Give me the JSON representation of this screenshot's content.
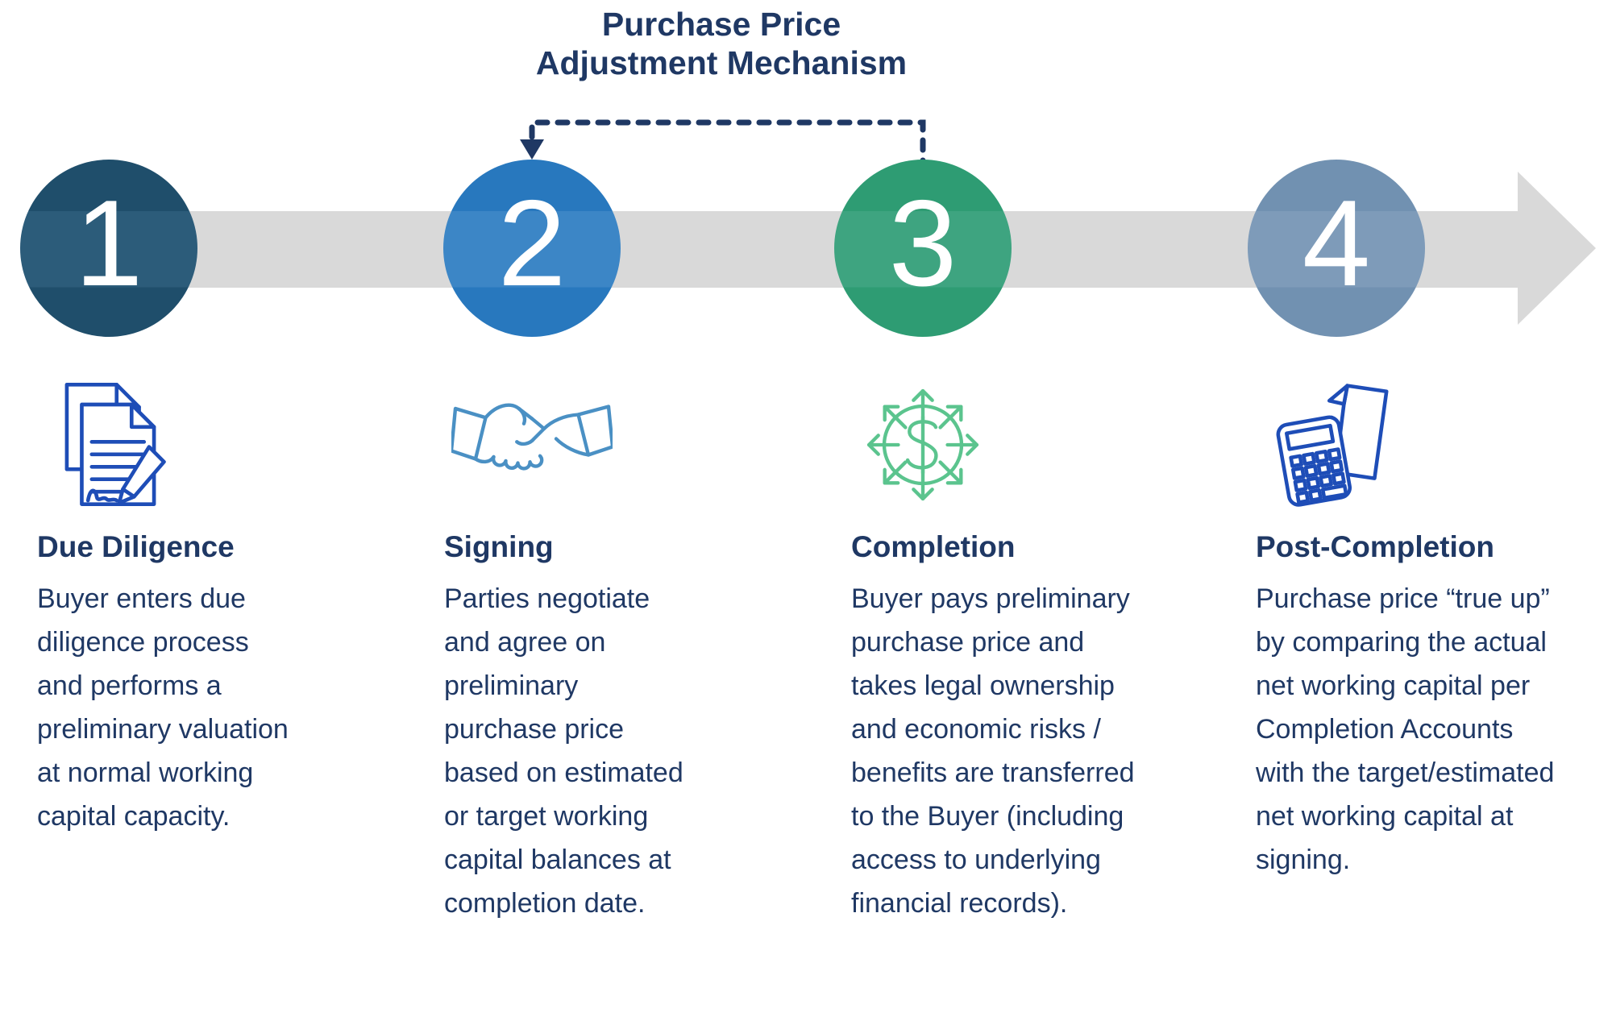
{
  "title": {
    "line1": "Purchase Price",
    "line2": "Adjustment Mechanism",
    "color": "#1F3864"
  },
  "bracket": {
    "description": "dashed connector spanning step 2 to step 3",
    "color": "#1F3864"
  },
  "timeline": {
    "band_color": "#D9D9D9"
  },
  "text_color": "#1F3864",
  "steps": [
    {
      "number": "1",
      "heading": "Due Diligence",
      "body": "Buyer enters due diligence process and performs a preliminary valuation at normal working capital capacity.",
      "circle_color": "#1F4E6B",
      "circle_color_band": "#2C5C7A",
      "icon": "signed-documents-icon",
      "icon_color": "#1E4DB7"
    },
    {
      "number": "2",
      "heading": "Signing",
      "body": "Parties negotiate and agree on preliminary purchase price based on estimated or target working capital balances at completion date.",
      "circle_color": "#2878BE",
      "circle_color_band": "#3C86C6",
      "icon": "handshake-icon",
      "icon_color": "#4A90C4"
    },
    {
      "number": "3",
      "heading": "Completion",
      "body": "Buyer pays preliminary purchase price and takes legal ownership and economic risks / benefits are transferred to the Buyer (including access to underlying financial records).",
      "circle_color": "#2E9C73",
      "circle_color_band": "#3EA480",
      "icon": "dollar-distribution-icon",
      "icon_color": "#5BC48E"
    },
    {
      "number": "4",
      "heading": "Post-Completion",
      "body": "Purchase price “true up” by comparing the actual net working capital per Completion Accounts with the target/estimated net working capital at signing.",
      "circle_color": "#7191B1",
      "circle_color_band": "#7E9BB9",
      "icon": "calculator-paper-icon",
      "icon_color": "#1E4DB7"
    }
  ]
}
